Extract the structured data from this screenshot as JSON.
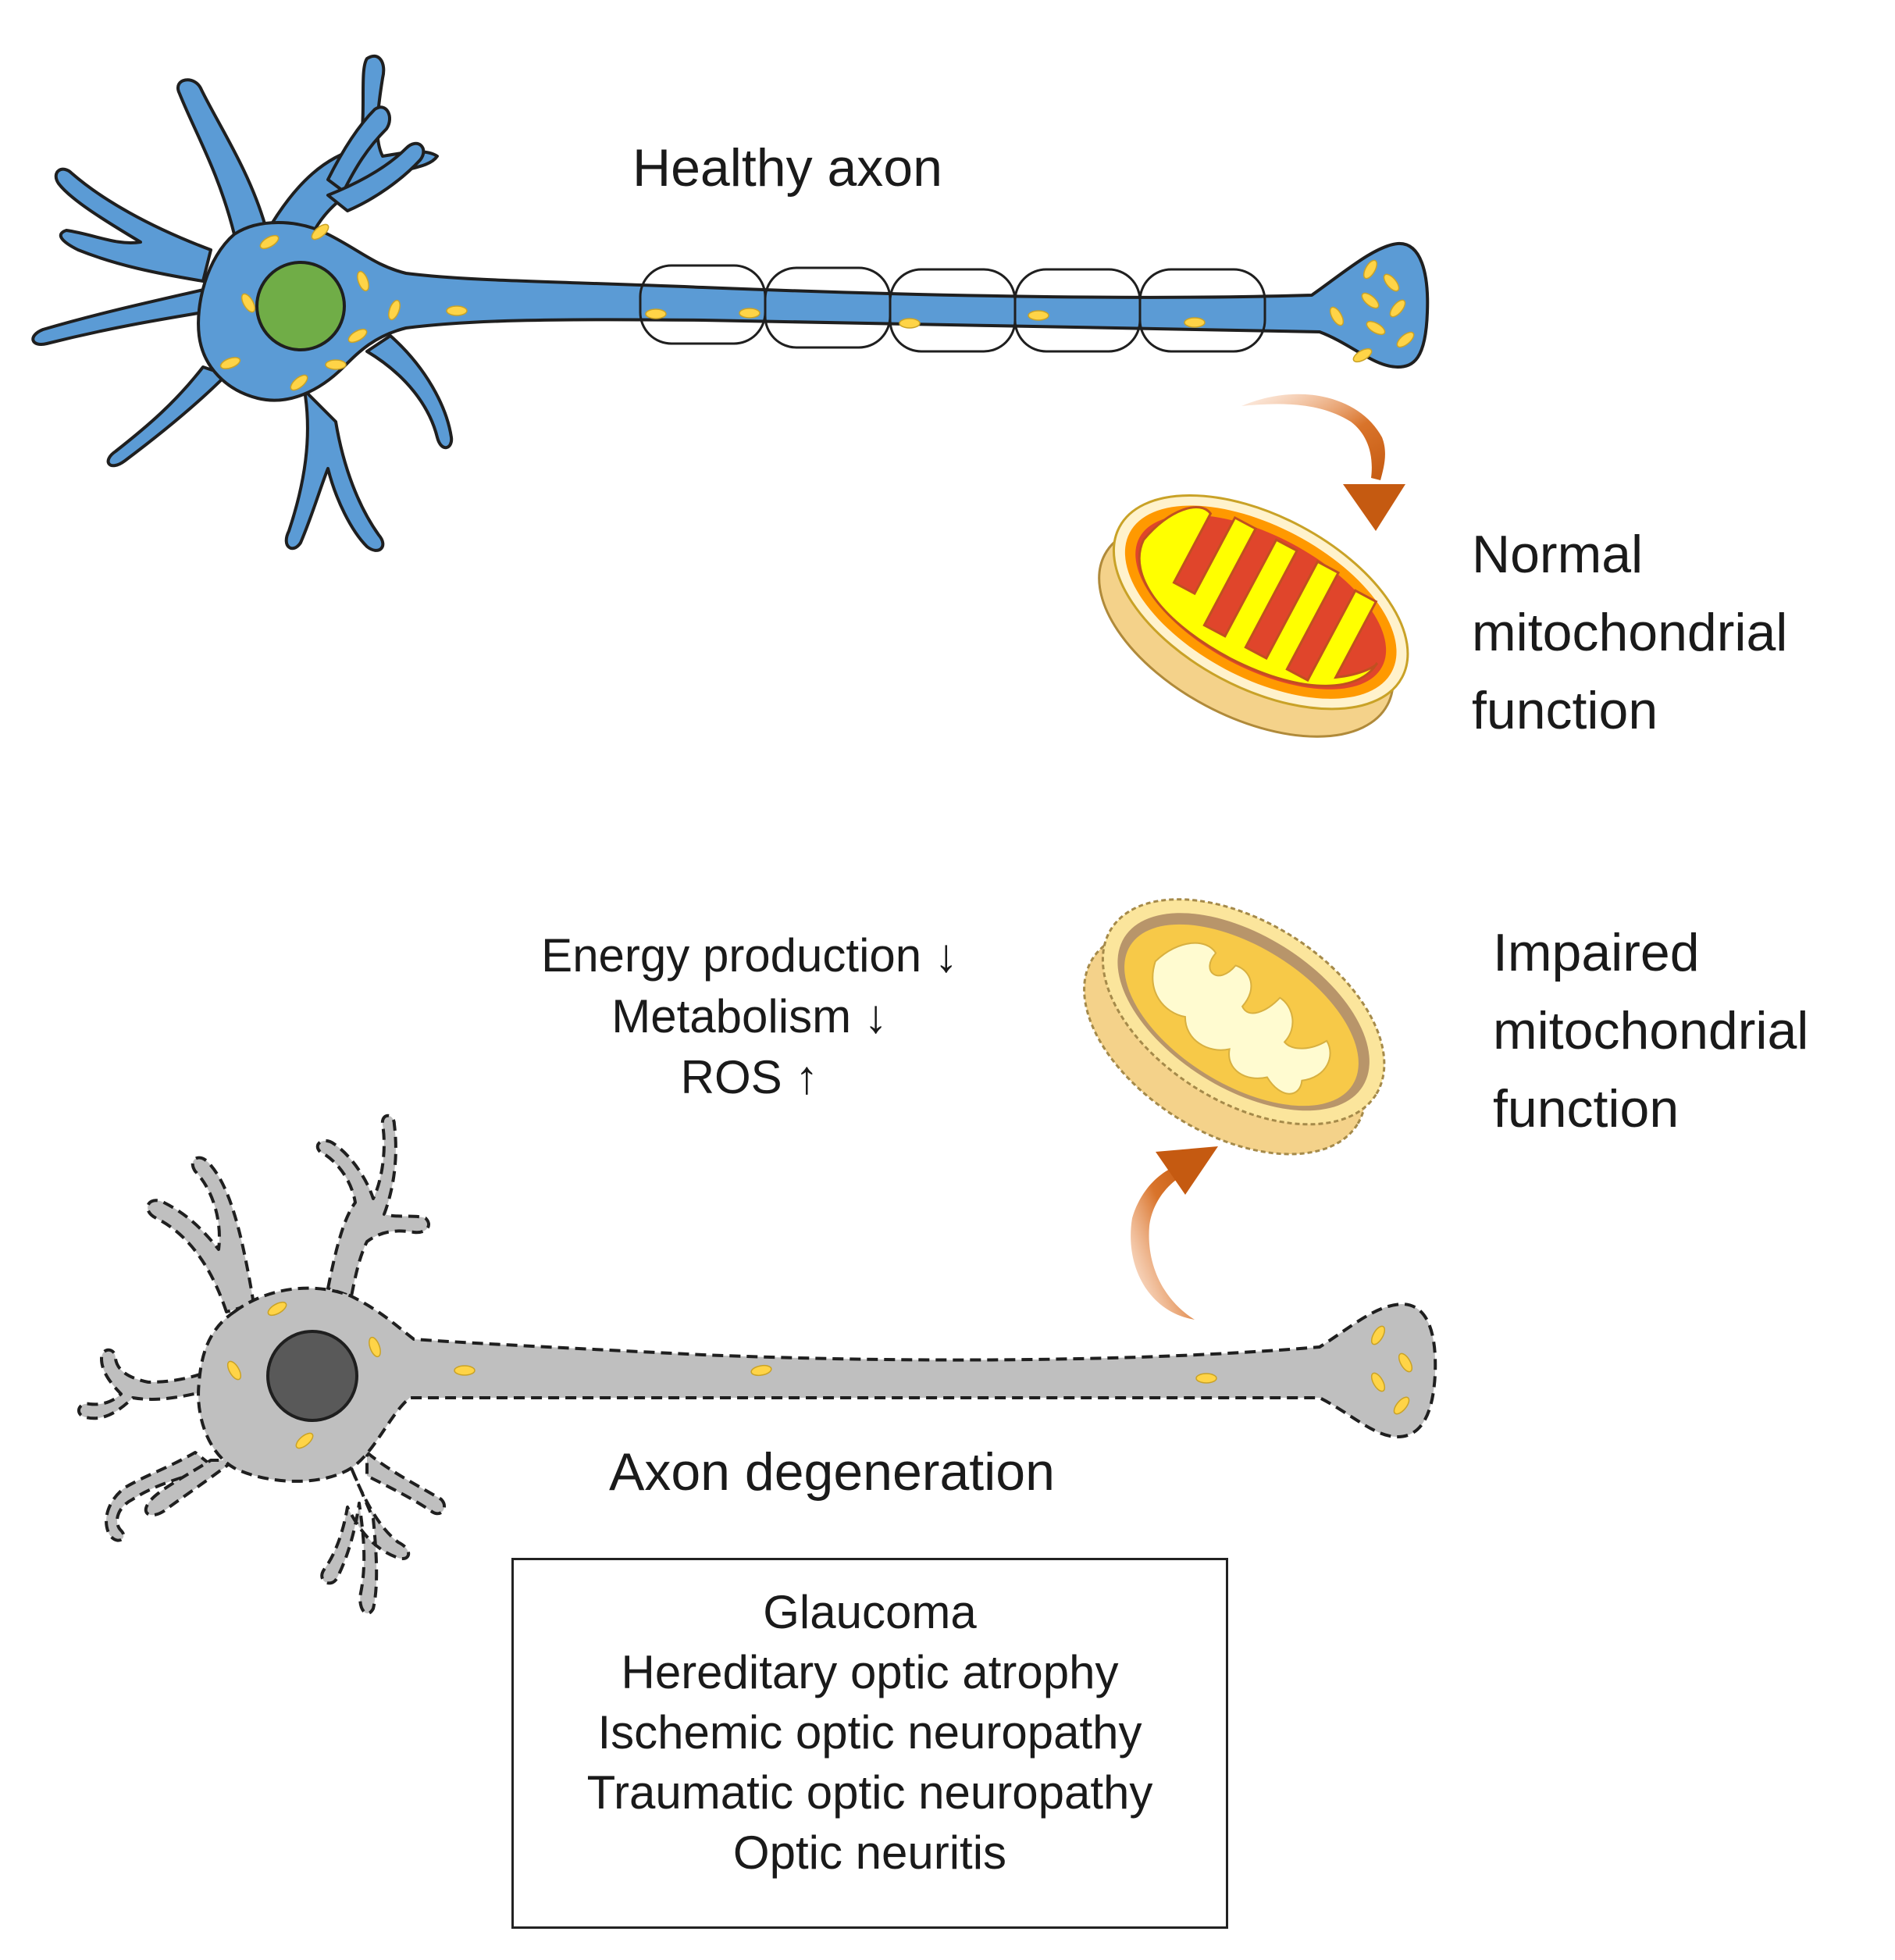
{
  "labels": {
    "healthy_axon": "Healthy axon",
    "normal_mito": [
      "Normal",
      "mitochondrial",
      "function"
    ],
    "impaired_mito": [
      "Impaired",
      "mitochondrial",
      "function"
    ],
    "effects": [
      "Energy production ↓",
      "Metabolism ↓",
      "ROS ↑"
    ],
    "axon_degeneration": "Axon degeneration"
  },
  "diseases": [
    "Glaucoma",
    "Hereditary optic atrophy",
    "Ischemic optic neuropathy",
    "Traumatic optic neuropathy",
    "Optic neuritis"
  ],
  "colors": {
    "healthy_neuron": "#5b9bd5",
    "healthy_nucleus": "#70ad47",
    "degenerating_neuron": "#bfbfbf",
    "degenerating_nucleus": "#595959",
    "mitochondria_dot": "#ffd447",
    "arrow": "#c55a11"
  }
}
